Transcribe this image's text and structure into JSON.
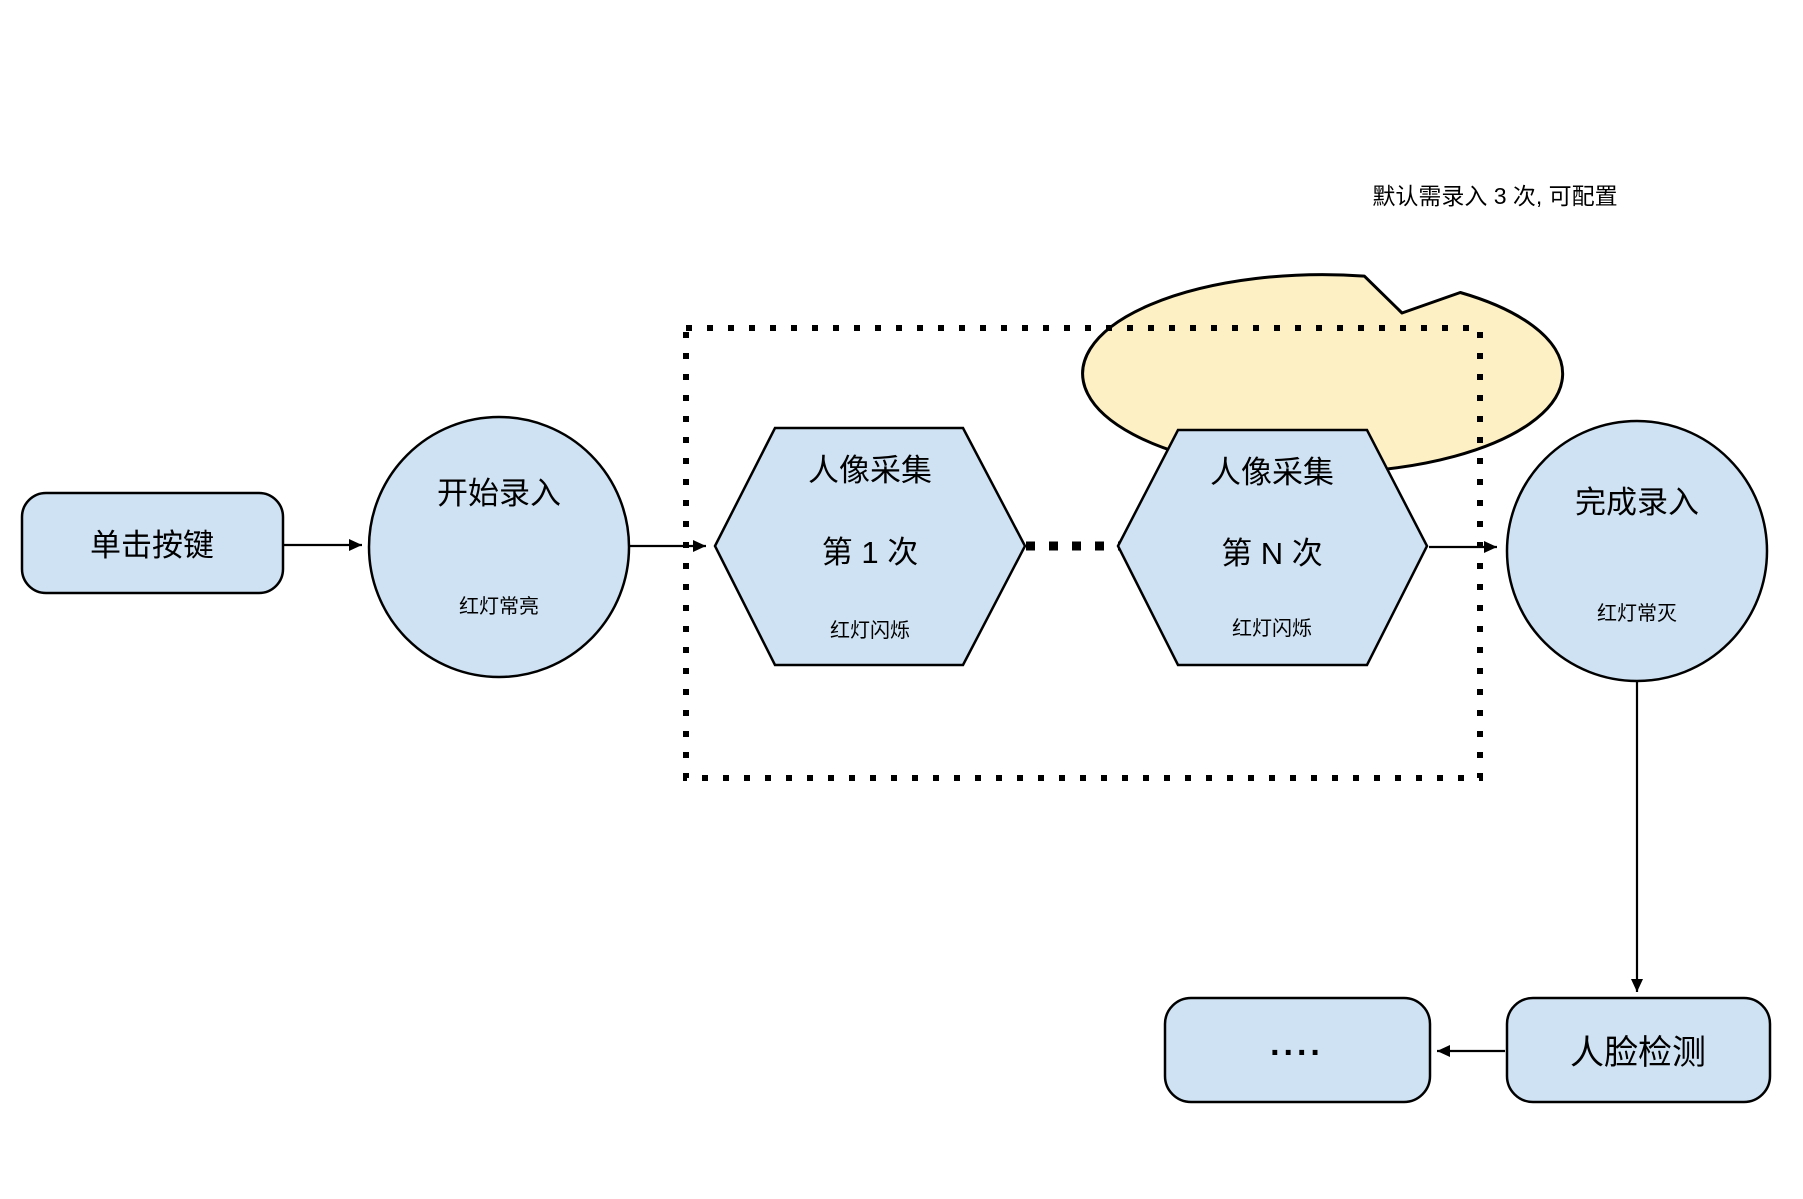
{
  "bubble": {
    "text": "默认需录入 3 次, 可配置"
  },
  "nodes": {
    "click_button": {
      "label": "单击按键"
    },
    "start": {
      "label": "开始录入",
      "sublabel": "红灯常亮"
    },
    "capture_first": {
      "line1": "人像采集",
      "line2": "第 1 次",
      "sublabel": "红灯闪烁"
    },
    "capture_nth": {
      "line1": "人像采集",
      "line2": "第 N 次",
      "sublabel": "红灯闪烁"
    },
    "finish": {
      "label": "完成录入",
      "sublabel": "红灯常灭"
    },
    "face_detect": {
      "label": "人脸检测"
    },
    "more": {
      "label": "...."
    }
  },
  "colors": {
    "node_fill": "#cfe2f3",
    "node_stroke": "#000000",
    "bubble_fill": "#fdf0c5",
    "bubble_stroke": "#000000",
    "arrow": "#000000",
    "background": "#ffffff"
  }
}
